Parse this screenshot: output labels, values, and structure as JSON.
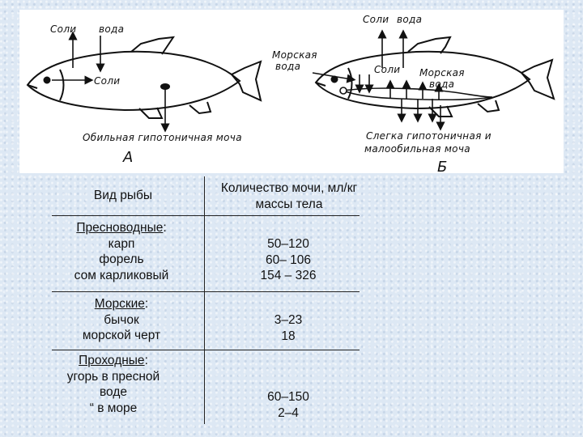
{
  "figure": {
    "a": {
      "label_salts_top": "Соли",
      "label_water_top": "вода",
      "label_salts_inner": "Соли",
      "caption_line1": "Обильная  гипотоничная  моча",
      "caption_letter": "А"
    },
    "b": {
      "label_salts_top": "Соли",
      "label_water_top": "вода",
      "label_seawater_out_1": "Морская",
      "label_seawater_out_2": "вода",
      "label_salts_inner": "Соли",
      "label_seawater_in_1": "Морская",
      "label_seawater_in_2": "вода",
      "caption_line1": "Слегка  гипотоничная  и",
      "caption_line2": "малообильная  моча",
      "caption_letter": "Б"
    }
  },
  "table": {
    "header_species": "Вид рыбы",
    "header_urine_1": "Количество  мочи, мл/кг",
    "header_urine_2": "массы тела",
    "groups": [
      {
        "title": "Пресноводные",
        "suffix": ":",
        "species": [
          "карп",
          "форель",
          "сом карликовый"
        ],
        "values": [
          "50–120",
          "60– 106",
          "154 – 326"
        ]
      },
      {
        "title": "Морские",
        "suffix": ":",
        "species": [
          "бычок",
          "морской черт"
        ],
        "values": [
          "3–23",
          "18"
        ]
      },
      {
        "title": "Проходные",
        "suffix": ":",
        "species_lines": [
          "угорь в пресной",
          "воде",
          "“ в море"
        ],
        "values": [
          "60–150",
          "2–4"
        ]
      }
    ]
  }
}
